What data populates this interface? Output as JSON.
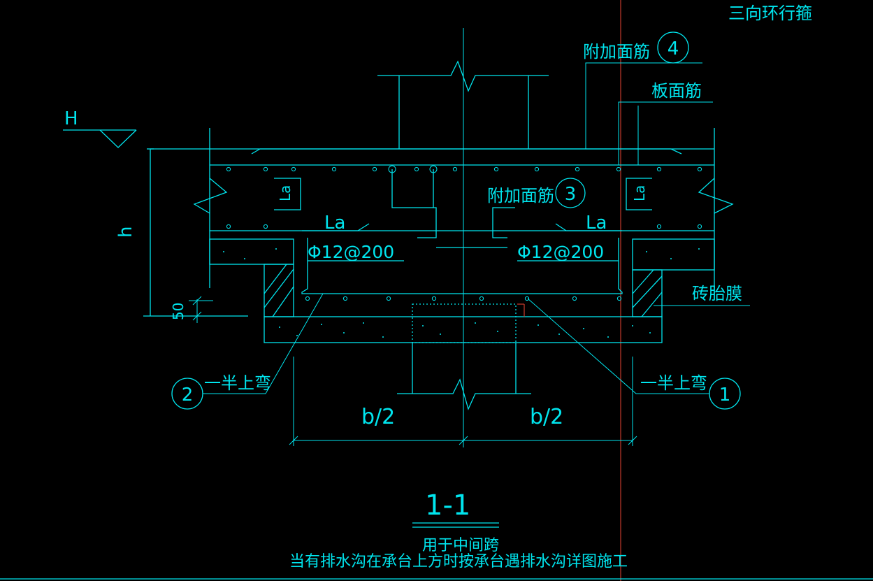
{
  "labels": {
    "ring_stirrup": "三向环行箍",
    "extra_top_bar_4": "附加面筋",
    "slab_top_bar": "板面筋",
    "elevation_h_upper": "H",
    "height_h": "h",
    "extra_top_bar_3": "附加面筋",
    "la_left_top": "La",
    "la_right_top": "La",
    "la_left_mid": "La",
    "la_right_mid": "La",
    "rebar_left": "Φ12@200",
    "rebar_right": "Φ12@200",
    "brick_form": "砖胎膜",
    "dim_50": "50",
    "half_bent_left": "一半上弯",
    "half_bent_right": "一半上弯",
    "b_half_left": "b/2",
    "b_half_right": "b/2",
    "section_title": "1-1",
    "subtitle": "用于中间跨",
    "note": "当有排水沟在承台上方时按承台遇排水沟详图施工"
  },
  "callouts": {
    "c1": "1",
    "c2": "2",
    "c3": "3",
    "c4": "4"
  },
  "colors": {
    "line": "#00e5ee",
    "background": "#000000",
    "red_axis": "#c0392b"
  }
}
